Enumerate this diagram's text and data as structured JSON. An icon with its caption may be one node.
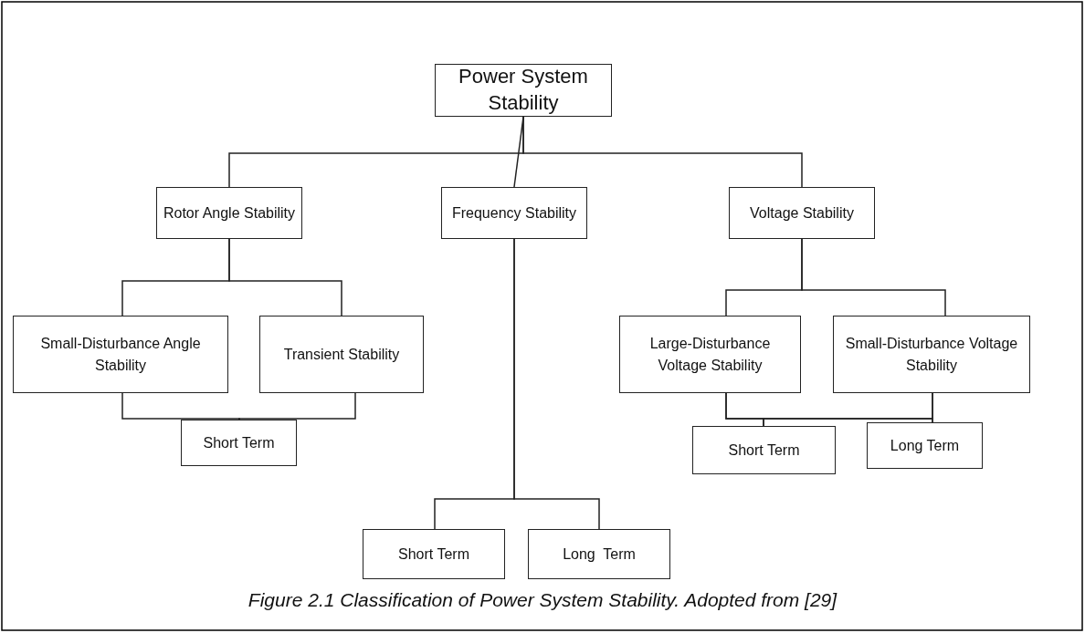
{
  "diagram": {
    "caption": "Figure 2.1 Classification of Power System Stability. Adopted from [29]",
    "nodes": [
      {
        "text": [
          "Power System Stability"
        ]
      },
      {
        "text": [
          "Rotor Angle Stability"
        ]
      },
      {
        "text": [
          "Frequency Stability"
        ]
      },
      {
        "text": [
          "Voltage Stability"
        ]
      },
      {
        "text": [
          "Small-Disturbance Angle Stability"
        ]
      },
      {
        "text": [
          "Transient Stability"
        ]
      },
      {
        "text": [
          "Short Term"
        ]
      },
      {
        "text": [
          "Short Term"
        ]
      },
      {
        "text": [
          "Long  Term"
        ]
      },
      {
        "text": [
          "Large-Disturbance Voltage Stability"
        ]
      },
      {
        "text": [
          "Small-Disturbance Voltage Stability"
        ]
      },
      {
        "text": [
          "Short Term"
        ]
      },
      {
        "text": [
          "Long Term"
        ]
      }
    ],
    "edges": [
      {
        "from": 0,
        "to": 1,
        "arrow": "none"
      },
      {
        "from": 0,
        "to": 2,
        "arrow": "none"
      },
      {
        "from": 0,
        "to": 3,
        "arrow": "none"
      },
      {
        "from": 1,
        "to": 4,
        "arrow": "none"
      },
      {
        "from": 1,
        "to": 5,
        "arrow": "none"
      },
      {
        "from": 4,
        "to": 6,
        "arrow": "none"
      },
      {
        "from": 5,
        "to": 6,
        "arrow": "none"
      },
      {
        "from": 2,
        "to": 7,
        "arrow": "none"
      },
      {
        "from": 2,
        "to": 8,
        "arrow": "none"
      },
      {
        "from": 3,
        "to": 9,
        "arrow": "none"
      },
      {
        "from": 3,
        "to": 10,
        "arrow": "none"
      },
      {
        "from": 9,
        "to": 11,
        "arrow": "none"
      },
      {
        "from": 9,
        "to": 12,
        "arrow": "none"
      },
      {
        "from": 10,
        "to": 11,
        "arrow": "none"
      },
      {
        "from": 10,
        "to": 12,
        "arrow": "none"
      }
    ]
  }
}
